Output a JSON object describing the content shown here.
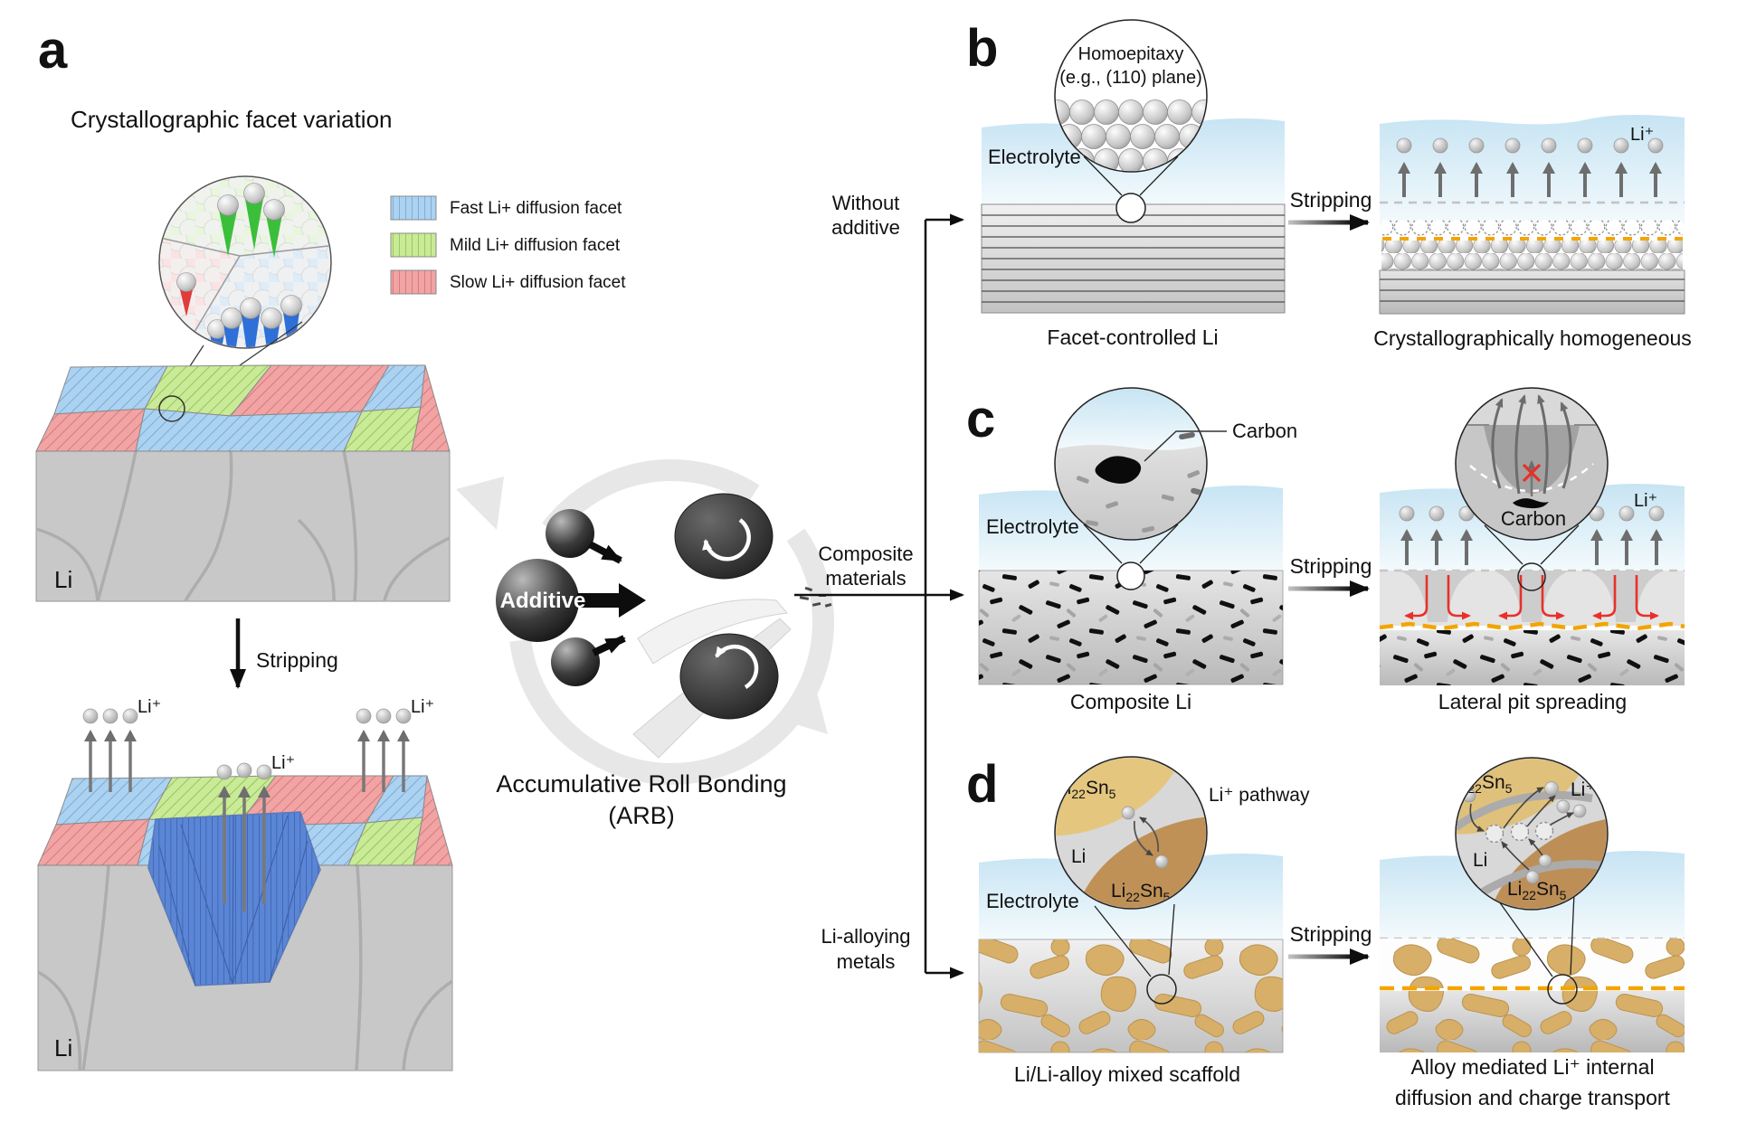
{
  "panel_a": {
    "label": "a",
    "title": "Crystallographic facet variation",
    "legend": [
      {
        "label": "Fast Li+ diffusion facet"
      },
      {
        "label": "Mild Li+ diffusion facet"
      },
      {
        "label": "Slow Li+ diffusion facet"
      }
    ],
    "li_top": "Li",
    "li_bottom": "Li",
    "stripping_label": "Stripping",
    "li_ion_left": "Li⁺",
    "li_ion_center": "Li⁺",
    "li_ion_right": "Li⁺"
  },
  "arb": {
    "additive_label": "Additive",
    "title_line1": "Accumulative Roll Bonding",
    "title_line2": "(ARB)"
  },
  "branches": {
    "top_line1": "Without",
    "top_line2": "additive",
    "mid_line1": "Composite",
    "mid_line2": "materials",
    "bottom_line1": "Li-alloying",
    "bottom_line2": "metals"
  },
  "panel_b": {
    "label": "b",
    "inset_line1": "Homoepitaxy",
    "inset_line2": "(e.g., (110) plane)",
    "electrolyte_label": "Electrolyte",
    "caption_left": "Facet-controlled Li",
    "stripping_label": "Stripping",
    "li_ion": "Li⁺",
    "caption_right": "Crystallographically homogeneous"
  },
  "panel_c": {
    "label": "c",
    "inset_carbon_label": "Carbon",
    "electrolyte_label": "Electrolyte",
    "caption_left": "Composite Li",
    "stripping_label": "Stripping",
    "inset_right_carbon_label": "Carbon",
    "li_ion": "Li⁺",
    "caption_right": "Lateral pit spreading"
  },
  "panel_d": {
    "label": "d",
    "formula": {
      "el1": "Li",
      "sub1": "22",
      "el2": "Sn",
      "sub2": "5"
    },
    "pathway_label": "Li⁺ pathway",
    "li_label": "Li",
    "electrolyte_label": "Electrolyte",
    "caption_left": "Li/Li-alloy mixed scaffold",
    "stripping_label": "Stripping",
    "li_label_right": "Li",
    "li_ion": "Li⁺",
    "caption_right_line1": "Alloy mediated Li⁺ internal",
    "caption_right_line2": "diffusion and charge transport"
  },
  "colors": {
    "fast_facet_blue": "#abd2f1",
    "mild_facet_green": "#c9ea96",
    "slow_facet_red": "#f2a3a3",
    "pit_blue": "#5b86d6",
    "electrolyte_blue": "#c7e4f3",
    "sei_orange": "#f2a500",
    "pit_red_arrow": "#e8302a",
    "alloy_gold": "#d7af68"
  }
}
